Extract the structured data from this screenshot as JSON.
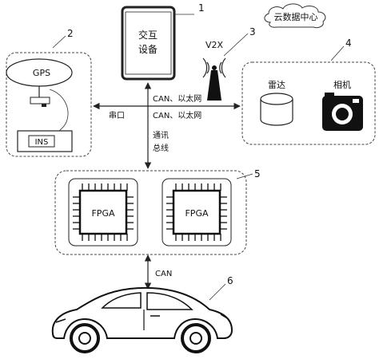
{
  "diagram": {
    "callouts": [
      "1",
      "2",
      "3",
      "4",
      "5",
      "6"
    ],
    "cloud_label": "云数据中心",
    "interactive_device": {
      "line1": "交互",
      "line2": "设备"
    },
    "v2x_label": "V2X",
    "gps_label": "GPS",
    "ins_label": "INS",
    "radar_label": "雷达",
    "camera_label": "相机",
    "fpga_labels": [
      "FPGA",
      "FPGA"
    ],
    "links": {
      "can_ethernet_top": "CAN、以太网",
      "can_ethernet_right": "CAN、以太网",
      "serial_port": "串口",
      "comm_bus_line1": "通讯",
      "comm_bus_line2": "总线",
      "can_bottom": "CAN"
    }
  }
}
